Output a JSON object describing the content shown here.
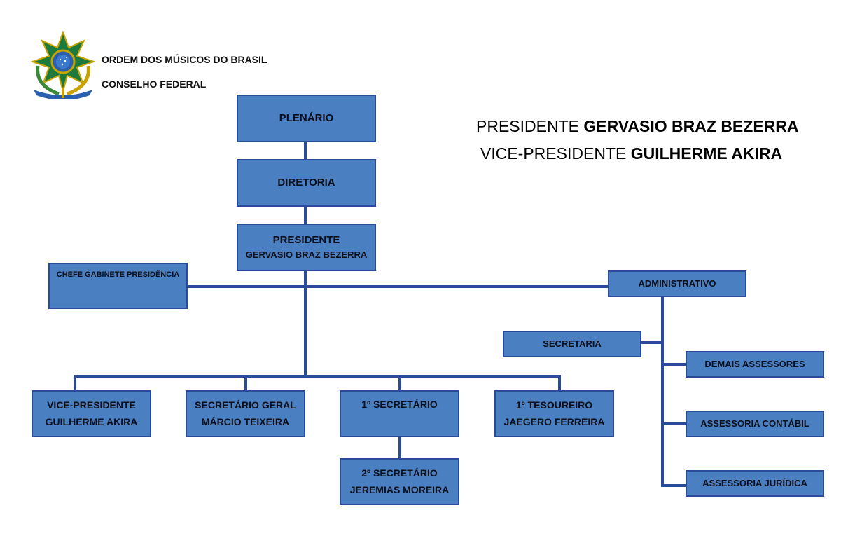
{
  "header": {
    "org_name": "ORDEM DOS MÚSICOS DO BRASIL",
    "org_unit": "CONSELHO FEDERAL"
  },
  "leadership": {
    "president_role": "PRESIDENTE",
    "president_name": "GERVASIO BRAZ BEZERRA",
    "vice_role": "VICE-PRESIDENTE",
    "vice_name": "GUILHERME AKIRA"
  },
  "chart": {
    "plenario": "PLENÁRIO",
    "diretoria": "DIRETORIA",
    "presidente": {
      "role": "PRESIDENTE",
      "name": "GERVASIO BRAZ BEZERRA"
    },
    "chefe_gabinete": "CHEFE GABINETE PRESIDÊNCIA",
    "administrativo": "ADMINISTRATIVO",
    "secretaria": "SECRETARIA",
    "demais_assessores": "DEMAIS ASSESSORES",
    "assessoria_contabil": "ASSESSORIA CONTÁBIL",
    "assessoria_juridica": "ASSESSORIA JURÍDICA",
    "vice_presidente": {
      "role": "VICE-PRESIDENTE",
      "name": "GUILHERME AKIRA"
    },
    "secretario_geral": {
      "role": "SECRETÁRIO GERAL",
      "name": "MÁRCIO TEIXEIRA"
    },
    "primeiro_secretario": {
      "role": "1º SECRETÁRIO"
    },
    "primeiro_tesoureiro": {
      "role": "1º TESOUREIRO",
      "name": "JAEGERO FERREIRA"
    },
    "segundo_secretario": {
      "role": "2º SECRETÁRIO",
      "name": "JEREMIAS MOREIRA"
    }
  },
  "colors": {
    "box_fill": "#4a7fc1",
    "box_border": "#2a4b9a",
    "connector": "#2a4b9a"
  },
  "icons": {
    "emblem": "brazil-coat-of-arms-icon"
  }
}
